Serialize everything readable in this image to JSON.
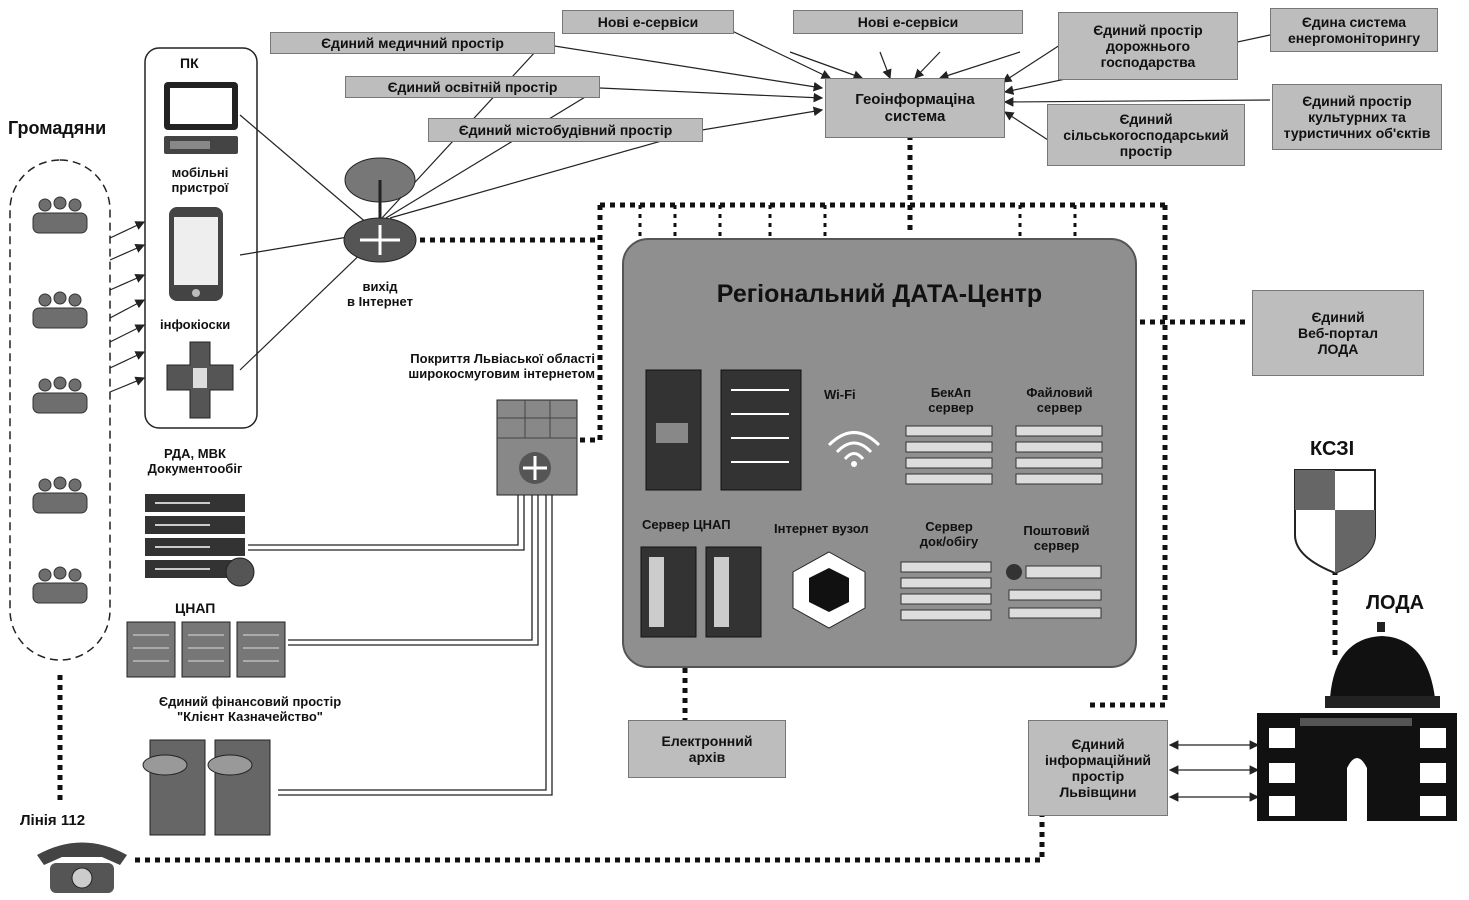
{
  "citizens": {
    "title": "Громадяни"
  },
  "devices": {
    "pc": "ПК",
    "mobile": "мобільні\nпристрої",
    "kiosk": "інфокіоски"
  },
  "internet_exit": "вихід\nв Інтернет",
  "coverage": "Покриття Львіаської області\nширокосмуговим інтернетом",
  "rda": "РДА, МВК\nДокументообіг",
  "cnap": "ЦНАП",
  "finance": "Єдиний фінансовий простір\n\"Клієнт Казначейство\"",
  "line112": "Лінія 112",
  "top_boxes": {
    "medical": "Єдиний медичний простір",
    "education": "Єдиний освітній простір",
    "urban": "Єдиний містобудівний простір",
    "services1": "Нові е-сервіси",
    "services2": "Нові е-сервіси",
    "road": "Єдиний простір\nдорожнього\nгосподарства",
    "energy": "Єдина система\nенергомоніторингу",
    "agro": "Єдиний\nсільськогосподарський\nпростір",
    "culture": "Єдиний простір\nкультурних та\nтуристичних об'єктів"
  },
  "gis": "Геоінформаціна\nсистема",
  "datacenter": {
    "title": "Регіональний ДАТА-Центр",
    "wifi": "Wi-Fi",
    "backup": "БекАп\nсервер",
    "file": "Файловий\nсервер",
    "cnap_server": "Сервер ЦНАП",
    "internet_node": "Інтернет вузол",
    "doc_server": "Сервер\nдок/обігу",
    "mail_server": "Поштовий\nсервер"
  },
  "archive": "Електронний\nархів",
  "portal": "Єдиний\nВеб-портал\nЛОДА",
  "kszi": "КСЗІ",
  "loda": "ЛОДА",
  "info_space": "Єдиний\nінформаційний\nпростір\nЛьвівщини",
  "colors": {
    "box": "#bdbdbd",
    "datacenter": "#8f8f8f",
    "line": "#222222"
  }
}
